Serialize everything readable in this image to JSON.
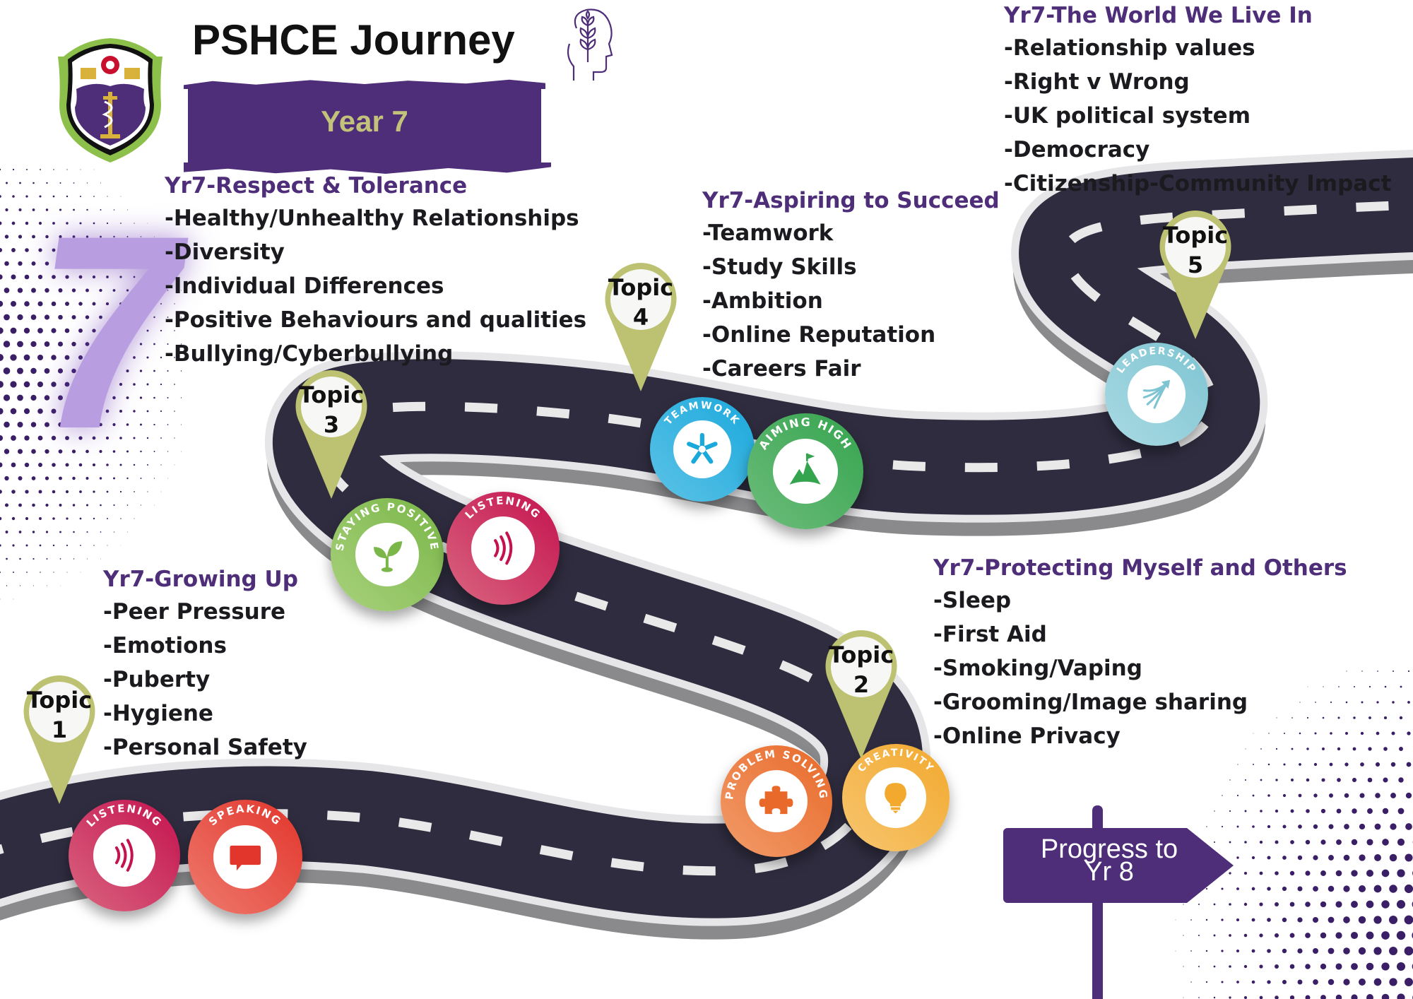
{
  "header": {
    "title": "PSHCE Journey",
    "year_label": "Year 7",
    "big_number": "7"
  },
  "colors": {
    "brand_purple": "#4e2d79",
    "heading_purple": "#4e2d79",
    "pin_green": "#bcc271",
    "road": "#2e2c3e",
    "year_label": "#c3c27a",
    "seven": "#b89ee0"
  },
  "sections": [
    {
      "heading": "Yr7-Respect & Tolerance",
      "items": [
        "-Healthy/Unhealthy Relationships",
        "-Diversity",
        "-Individual Differences",
        "-Positive Behaviours and qualities",
        "-Bullying/Cyberbullying"
      ]
    },
    {
      "heading": "Yr7-Aspiring to Succeed",
      "items": [
        "-Teamwork",
        "-Study Skills",
        "-Ambition",
        "-Online Reputation",
        "-Careers Fair"
      ]
    },
    {
      "heading": "Yr7-The World We Live In",
      "items": [
        "-Relationship values",
        "-Right v Wrong",
        "-UK political system",
        "-Democracy",
        "-Citizenship-Community Impact"
      ]
    },
    {
      "heading": "Yr7-Growing Up",
      "items": [
        "-Peer Pressure",
        "-Emotions",
        "-Puberty",
        "-Hygiene",
        "-Personal Safety"
      ]
    },
    {
      "heading": "Yr7-Protecting Myself and Others",
      "items": [
        "-Sleep",
        "-First Aid",
        "-Smoking/Vaping",
        "-Grooming/Image sharing",
        "-Online Privacy"
      ]
    }
  ],
  "topics": [
    {
      "label": "Topic",
      "number": "1"
    },
    {
      "label": "Topic",
      "number": "2"
    },
    {
      "label": "Topic",
      "number": "3"
    },
    {
      "label": "Topic",
      "number": "4"
    },
    {
      "label": "Topic",
      "number": "5"
    }
  ],
  "badges": [
    {
      "label": "LISTENING",
      "icon": "sound-waves-icon",
      "color1": "#c4124f",
      "color2": "#d9657f"
    },
    {
      "label": "SPEAKING",
      "icon": "speech-bubble-icon",
      "color1": "#e2352b",
      "color2": "#ee7a6e"
    },
    {
      "label": "STAYING POSITIVE",
      "icon": "sprout-icon",
      "color1": "#7ab648",
      "color2": "#a8d17c"
    },
    {
      "label": "LISTENING",
      "icon": "sound-waves-icon",
      "color1": "#c4124f",
      "color2": "#d9657f"
    },
    {
      "label": "PROBLEM SOLVING",
      "icon": "puzzle-piece-icon",
      "color1": "#e8692a",
      "color2": "#f29c6a"
    },
    {
      "label": "CREATIVITY",
      "icon": "lightbulb-icon",
      "color1": "#f2a92e",
      "color2": "#f7c56f"
    },
    {
      "label": "TEAMWORK",
      "icon": "hands-together-icon",
      "color1": "#1ba9dc",
      "color2": "#5cc2e6"
    },
    {
      "label": "AIMING HIGH",
      "icon": "mountain-flag-icon",
      "color1": "#35a44f",
      "color2": "#6dbd7b"
    },
    {
      "label": "LEADERSHIP",
      "icon": "arrow-burst-icon",
      "color1": "#7ec4d2",
      "color2": "#a9dae3"
    }
  ],
  "signpost": {
    "line1": "Progress to",
    "line2": "Yr 8"
  }
}
